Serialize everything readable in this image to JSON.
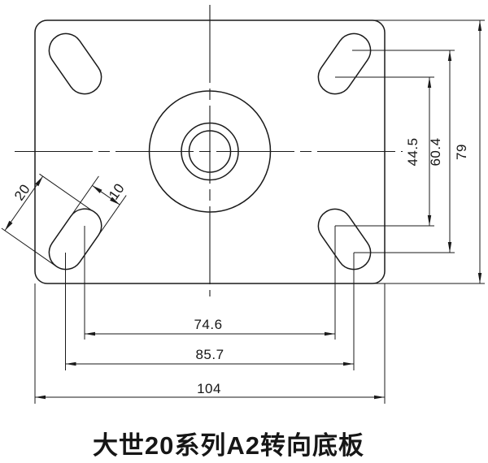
{
  "title": "大世20系列A2转向底板",
  "colors": {
    "line": "#1a1a1a",
    "background": "#ffffff",
    "text": "#161616"
  },
  "dimensions": {
    "overall_width": "104",
    "slot_outer_span_x": "85.7",
    "slot_inner_span_x": "74.6",
    "overall_height": "79",
    "slot_outer_span_y": "60.4",
    "slot_inner_span_y": "44.5",
    "slot_length": "20",
    "slot_width": "10"
  }
}
